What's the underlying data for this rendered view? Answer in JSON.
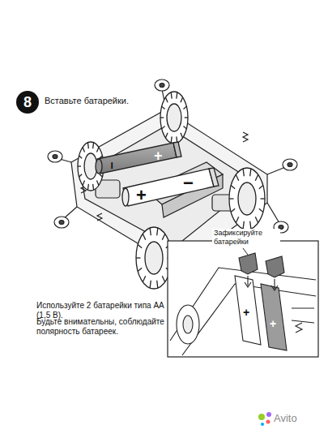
{
  "diagram": {
    "title": "Вставьте батарейки.",
    "nodes": [
      {
        "text": [
          "8"
        ]
      }
    ],
    "labels": [
      "−",
      "+",
      "+",
      "−",
      "Зафиксируйте батарейки",
      "+",
      "+",
      "Используйте 2 батарейки типа АА (1,5 В).",
      "Будьте внимательны, соблюдайте полярность батареек.",
      "Avito"
    ]
  }
}
